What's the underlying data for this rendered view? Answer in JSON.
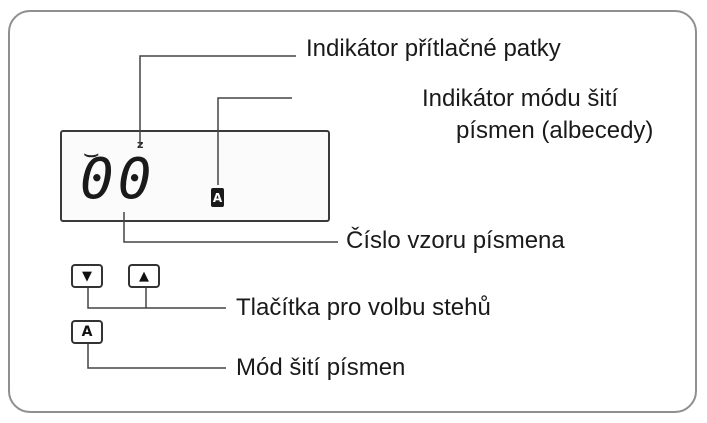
{
  "display": {
    "pattern_number": "00",
    "presser_indicator": "z",
    "mode_indicator": "A",
    "foot_symbol": "⌣"
  },
  "buttons": {
    "down_symbol": "▼",
    "up_symbol": "▲",
    "mode_label": "A"
  },
  "labels": {
    "presser_foot_indicator": "Indikátor přítlačné patky",
    "alphabet_mode_indicator_line1": "Indikátor módu šití",
    "alphabet_mode_indicator_line2": "písmen (albecedy)",
    "pattern_number": "Číslo vzoru písmena",
    "stitch_selection_buttons": "Tlačítka pro volbu stehů",
    "letter_sewing_mode": "Mód šití písmen"
  }
}
